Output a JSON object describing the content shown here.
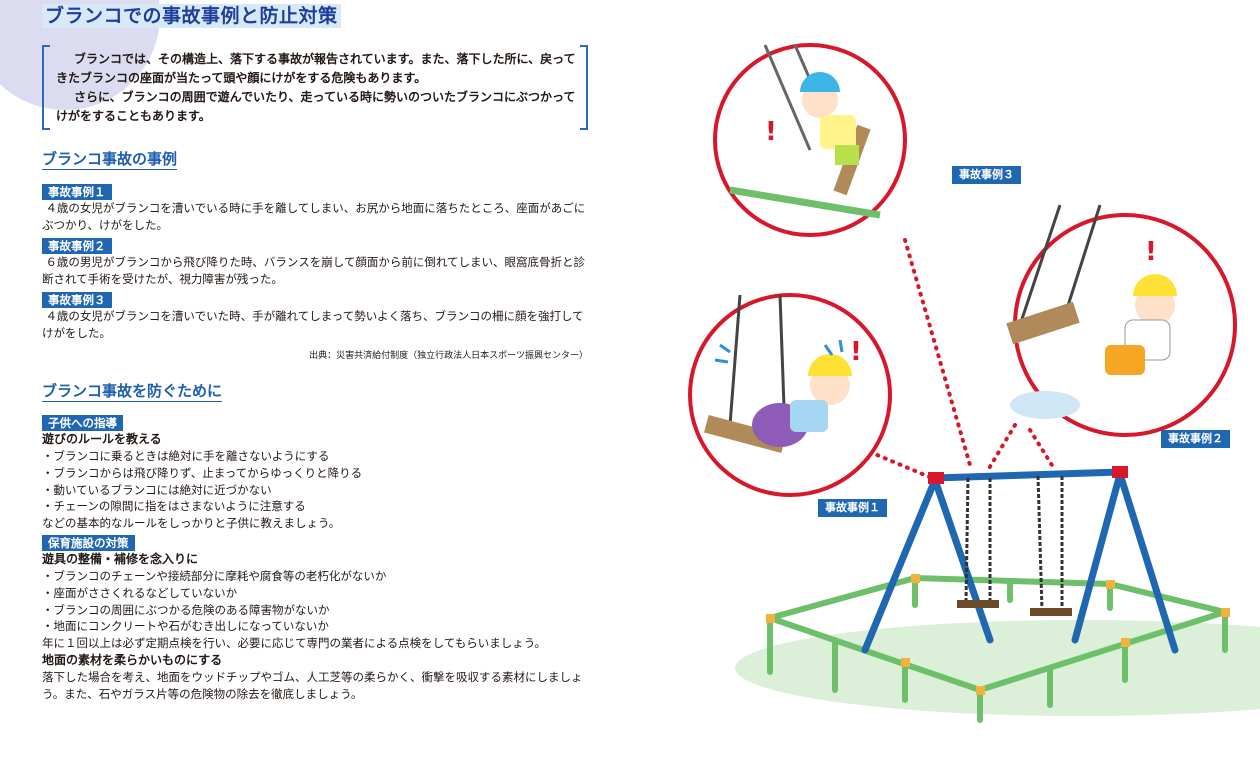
{
  "title": "ブランコでの事故事例と防止対策",
  "intro": {
    "p1": "ブランコでは、その構造上、落下する事故が報告されています。また、落下した所に、戻ってきたブランコの座面が当たって頭や顔にけがをする危険もあります。",
    "p2": "さらに、ブランコの周囲で遊んでいたり、走っている時に勢いのついたブランコにぶつかってけがをすることもあります。"
  },
  "cases_section": {
    "heading": "ブランコ事故の事例",
    "cases": [
      {
        "tag": "事故事例１",
        "text": "４歳の女児がブランコを漕いでいる時に手を離してしまい、お尻から地面に落ちたところ、座面があごにぶつかり、けがをした。"
      },
      {
        "tag": "事故事例２",
        "text": "６歳の男児がブランコから飛び降りた時、バランスを崩して顔面から前に倒れてしまい、眼窩底骨折と診断されて手術を受けたが、視力障害が残った。"
      },
      {
        "tag": "事故事例３",
        "text": "４歳の女児がブランコを漕いでいた時、手が離れてしまって勢いよく落ち、ブランコの柵に顔を強打してけがをした。"
      }
    ],
    "source": "出典：災害共済給付制度（独立行政法人日本スポーツ振興センター）"
  },
  "prevention_section": {
    "heading": "ブランコ事故を防ぐために",
    "guidance": {
      "tag": "子供への指導",
      "subhead": "遊びのルールを教える",
      "items": [
        "・ブランコに乗るときは絶対に手を離さないようにする",
        "・ブランコからは飛び降りず、止まってからゆっくりと降りる",
        "・動いているブランコには絶対に近づかない",
        "・チェーンの隙間に指をはさまないように注意する"
      ],
      "closing": "などの基本的なルールをしっかりと子供に教えましょう。"
    },
    "facility": {
      "tag": "保育施設の対策",
      "subhead1": "遊具の整備・補修を念入りに",
      "items": [
        "・ブランコのチェーンや接続部分に摩耗や腐食等の老朽化がないか",
        "・座面がささくれるなどしていないか",
        "・ブランコの周囲にぶつかる危険のある障害物がないか",
        "・地面にコンクリートや石がむき出しになっていないか"
      ],
      "inspection": "年に１回以上は必ず定期点検を行い、必要に応じて専門の業者による点検をしてもらいましょう。",
      "subhead2": "地面の素材を柔らかいものにする",
      "ground_text": "落下した場合を考え、地面をウッドチップやゴム、人工芝等の柔らかく、衝撃を吸収する素材にしましょう。また、石やガラス片等の危険物の除去を徹底しましょう。"
    }
  },
  "illustration": {
    "labels": {
      "case1": "事故事例１",
      "case2": "事故事例２",
      "case3": "事故事例３"
    },
    "colors": {
      "circle_border": "#d7182a",
      "frame_blue": "#1f67b1",
      "fence_green": "#6dbf6a",
      "ground": "#dcefd8",
      "label_bg": "#1f67b1"
    }
  }
}
